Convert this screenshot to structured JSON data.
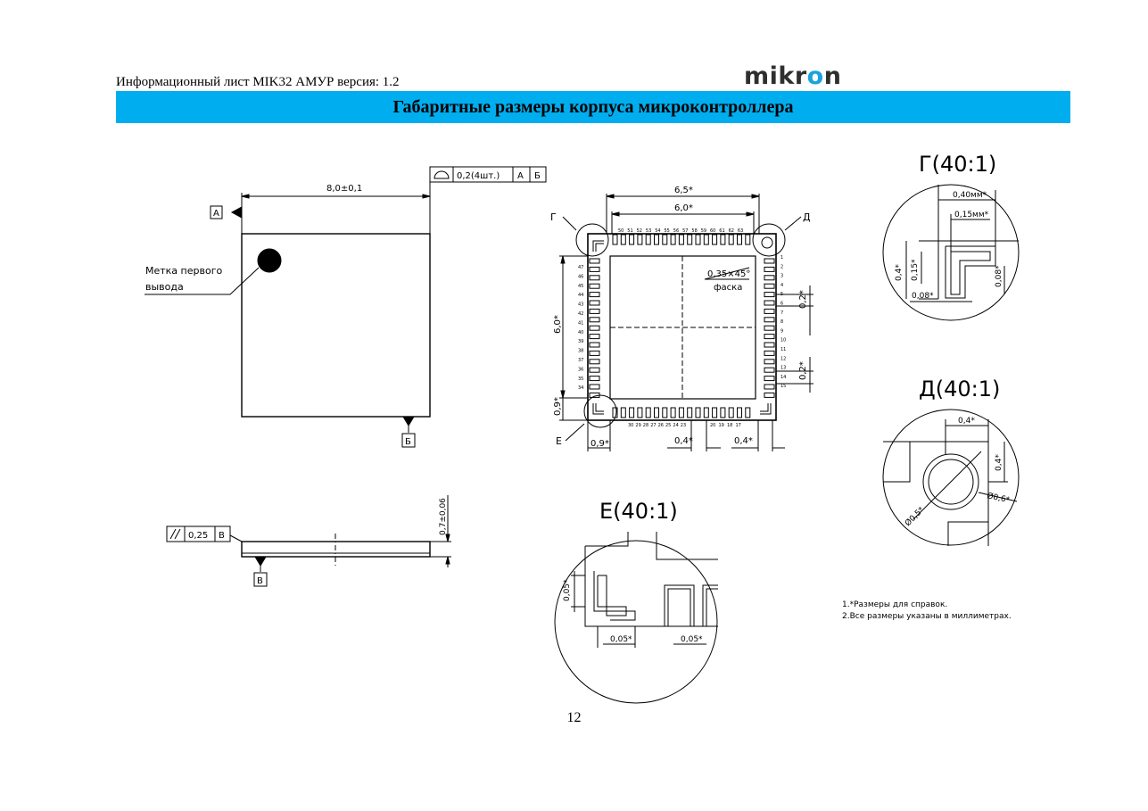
{
  "header": {
    "title": "Информационный лист MIK32 АМУР версия: 1.2",
    "logo": "mikron"
  },
  "banner": {
    "title": "Габаритные размеры корпуса микроконтроллера",
    "color": "#00aeef"
  },
  "drawing": {
    "top_view": {
      "dim_width": "8,0±0,1",
      "datum_a": "А",
      "datum_b": "Б",
      "tolerance_value": "0,2(4шт.)",
      "tolerance_ref_a": "А",
      "tolerance_ref_b": "Б",
      "pin1_label_line1": "Метка первого",
      "pin1_label_line2": "вывода"
    },
    "side_view": {
      "parallel_value": "0,25",
      "parallel_ref": "В",
      "datum_v": "В",
      "thickness": "0,7±0,06"
    },
    "bottom_view": {
      "dim_65": "6,5*",
      "dim_60_h": "6,0*",
      "dim_60_v": "6,0*",
      "dim_09_v": "0,9*",
      "dim_09_h": "0,9*",
      "dim_04_a": "0,4*",
      "dim_04_b": "0,4*",
      "dim_02_a": "0,2*",
      "dim_02_b": "0,2*",
      "chamfer": "0,35×45°",
      "chamfer_word": "фаска",
      "callout_g": "Г",
      "callout_d": "Д",
      "callout_e": "Е",
      "top_pins": [
        "50",
        "51",
        "52",
        "53",
        "54",
        "55",
        "56",
        "57",
        "58",
        "59",
        "60",
        "61",
        "62",
        "63"
      ],
      "left_pins": [
        "47",
        "46",
        "45",
        "44",
        "43",
        "42",
        "41",
        "40",
        "39",
        "38",
        "37",
        "36",
        "35",
        "34"
      ],
      "right_pins": [
        "1",
        "2",
        "3",
        "4",
        "5",
        "6",
        "7",
        "8",
        "9",
        "10",
        "11",
        "12",
        "13",
        "14",
        "15"
      ],
      "bottom_pins": [
        "30",
        "29",
        "28",
        "27",
        "26",
        "25",
        "24",
        "23",
        "20",
        "19",
        "18",
        "17"
      ]
    },
    "detail_g": {
      "title": "Г(40:1)",
      "d1": "0,40мм*",
      "d2": "0,15мм*",
      "d3": "0,4*",
      "d4": "0,15*",
      "d5": "0,08*",
      "d6": "0,08*"
    },
    "detail_d": {
      "title": "Д(40:1)",
      "d1": "0,4*",
      "d2": "0,4*",
      "d3": "Ø0,6*",
      "d4": "Ø0,5*"
    },
    "detail_e": {
      "title": "Е(40:1)",
      "d1": "0,05*",
      "d2": "0,05*",
      "d3": "0,05*"
    },
    "notes": [
      "1.*Размеры для справок.",
      "2.Все размеры указаны в миллиметрах."
    ]
  },
  "page_number": "12"
}
